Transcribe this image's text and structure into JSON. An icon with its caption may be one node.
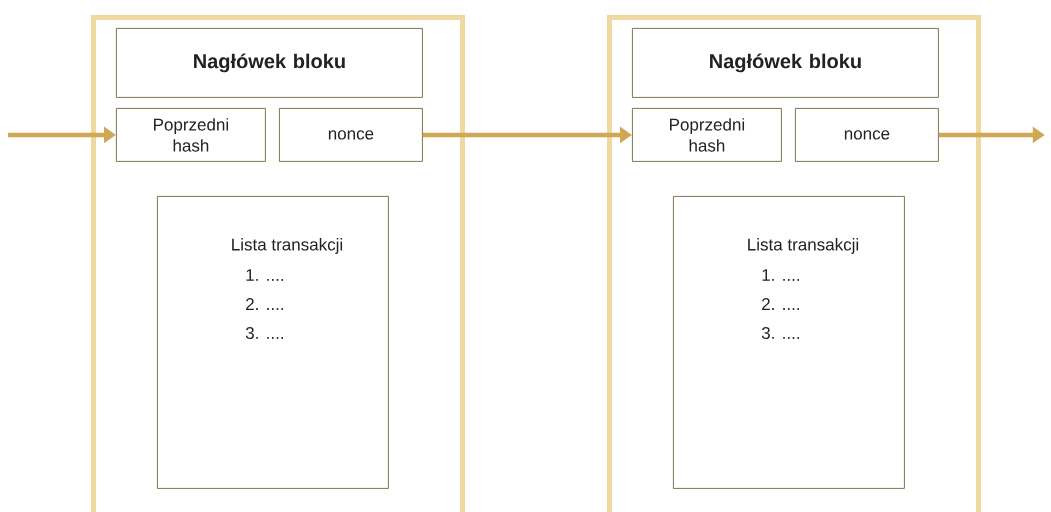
{
  "diagram": {
    "nodes": [
      {
        "text": [],
        "shape": "box"
      },
      {
        "text": [
          "Nagłówek bloku"
        ],
        "in": 0
      },
      {
        "text": [
          "Poprzedni hash"
        ],
        "in": 0
      },
      {
        "text": [
          "nonce"
        ],
        "in": 0
      },
      {
        "text": [
          "Lista transakcji",
          "1. ....",
          "2. ....",
          "3. ...."
        ],
        "in": 0
      },
      {
        "text": [],
        "shape": "box"
      },
      {
        "text": [
          "Nagłówek bloku"
        ],
        "in": 5
      },
      {
        "text": [
          "Poprzedni hash"
        ],
        "in": 5
      },
      {
        "text": [
          "nonce"
        ],
        "in": 5
      },
      {
        "text": [
          "Lista transakcji",
          "1. ....",
          "2. ....",
          "3. ...."
        ],
        "in": 5
      }
    ],
    "edges": [
      {
        "from": null,
        "to": 2,
        "arrow": "to"
      },
      {
        "from": 3,
        "to": 7,
        "arrow": "to"
      },
      {
        "from": 8,
        "to": null,
        "arrow": "to"
      }
    ]
  }
}
